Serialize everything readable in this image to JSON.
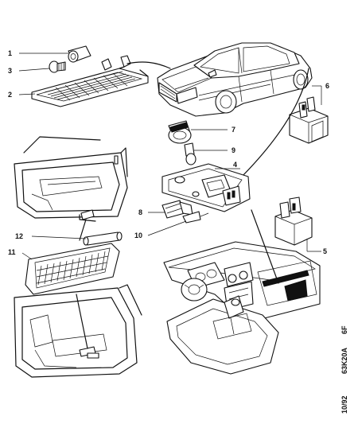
{
  "callouts": {
    "c1": "1",
    "c2": "2",
    "c3": "3",
    "c4": "4",
    "c5": "5",
    "c6": "6",
    "c7": "7",
    "c8": "8",
    "c9": "9",
    "c10": "10",
    "c11": "11",
    "c12": "12"
  },
  "footer": {
    "ref_code": "63K20A",
    "section": "6F",
    "date": "10/92"
  }
}
